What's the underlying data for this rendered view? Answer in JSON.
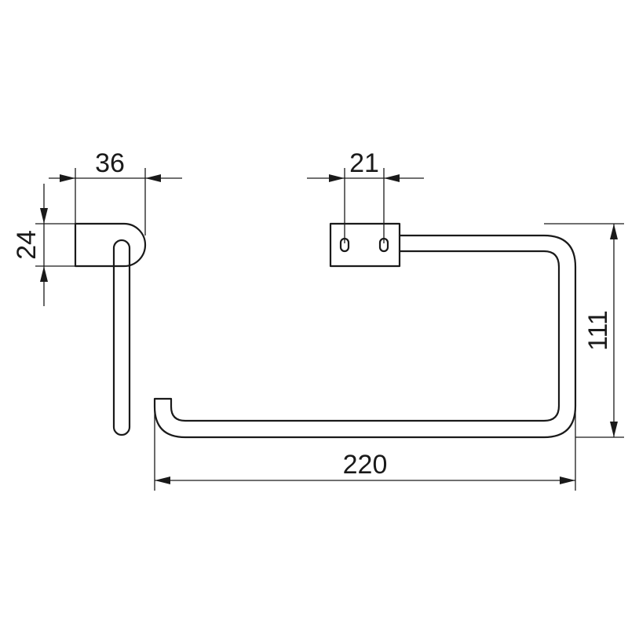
{
  "dimensions": {
    "side_width": "36",
    "side_height": "24",
    "plate_hole_spacing": "21",
    "front_height": "111",
    "front_width": "220"
  },
  "colors": {
    "line": "#1a1a1a",
    "background": "#ffffff"
  }
}
